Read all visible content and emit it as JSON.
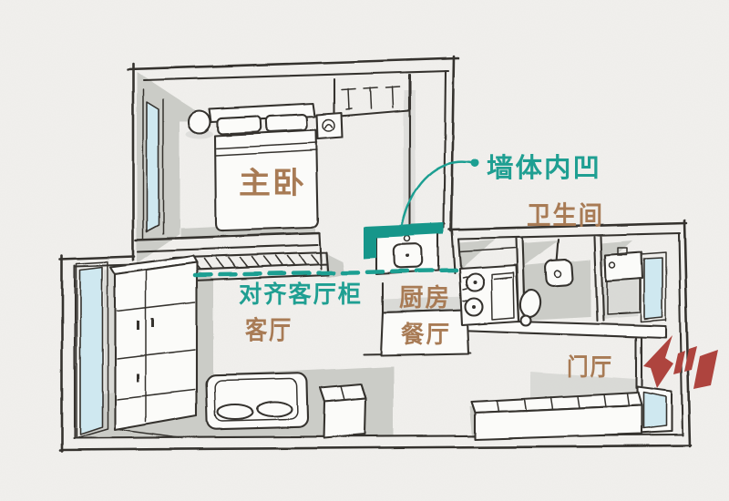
{
  "meta": {
    "description": "Hand-drawn axonometric floor plan sketch of a small apartment with renovation annotations",
    "language": "zh-CN"
  },
  "labels": {
    "master_bedroom": "主卧",
    "wall_recess_note": "墙体内凹",
    "bathroom": "卫生间",
    "align_cabinet_note": "对齐客厅柜",
    "living_room": "客厅",
    "kitchen": "厨房",
    "dining_room": "餐厅",
    "entry_hall": "门厅"
  },
  "icons": {
    "entry_arrow": "entry-direction-arrow",
    "leader_dot": "annotation-leader-dot",
    "dashed_align_line": "teal-dashed-alignment-line",
    "recess_highlight": "teal-wall-recess-highlight"
  },
  "colors": {
    "paper": "#f1f0ed",
    "sketch_line": "#34332f",
    "shadow_gray": "#c7c8c3",
    "window_blue": "#cfe8f0",
    "annotation_teal": "#1f9f92",
    "recess_highlight": "#12968a",
    "room_label_brown": "#a87b55",
    "entry_arrow_red": "#ae443e"
  }
}
